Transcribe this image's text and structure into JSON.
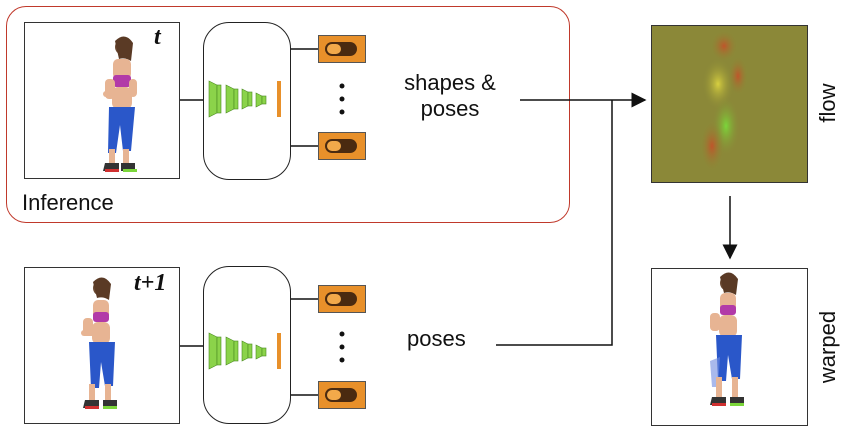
{
  "inference_label": "Inference",
  "time_t": "t",
  "time_t1": "t+1",
  "label_shapes_poses": "shapes &\nposes",
  "label_poses": "poses",
  "label_flow": "flow",
  "label_warped": "warped",
  "colors": {
    "inference_border": "#c0392b",
    "net_green": "#8bd34a",
    "net_orange": "#e8902a",
    "pill_orange": "#e8902a",
    "pill_dark": "#4a2a10",
    "flow_bg": "#8a8a35",
    "body_blue": "#2a57c9"
  }
}
